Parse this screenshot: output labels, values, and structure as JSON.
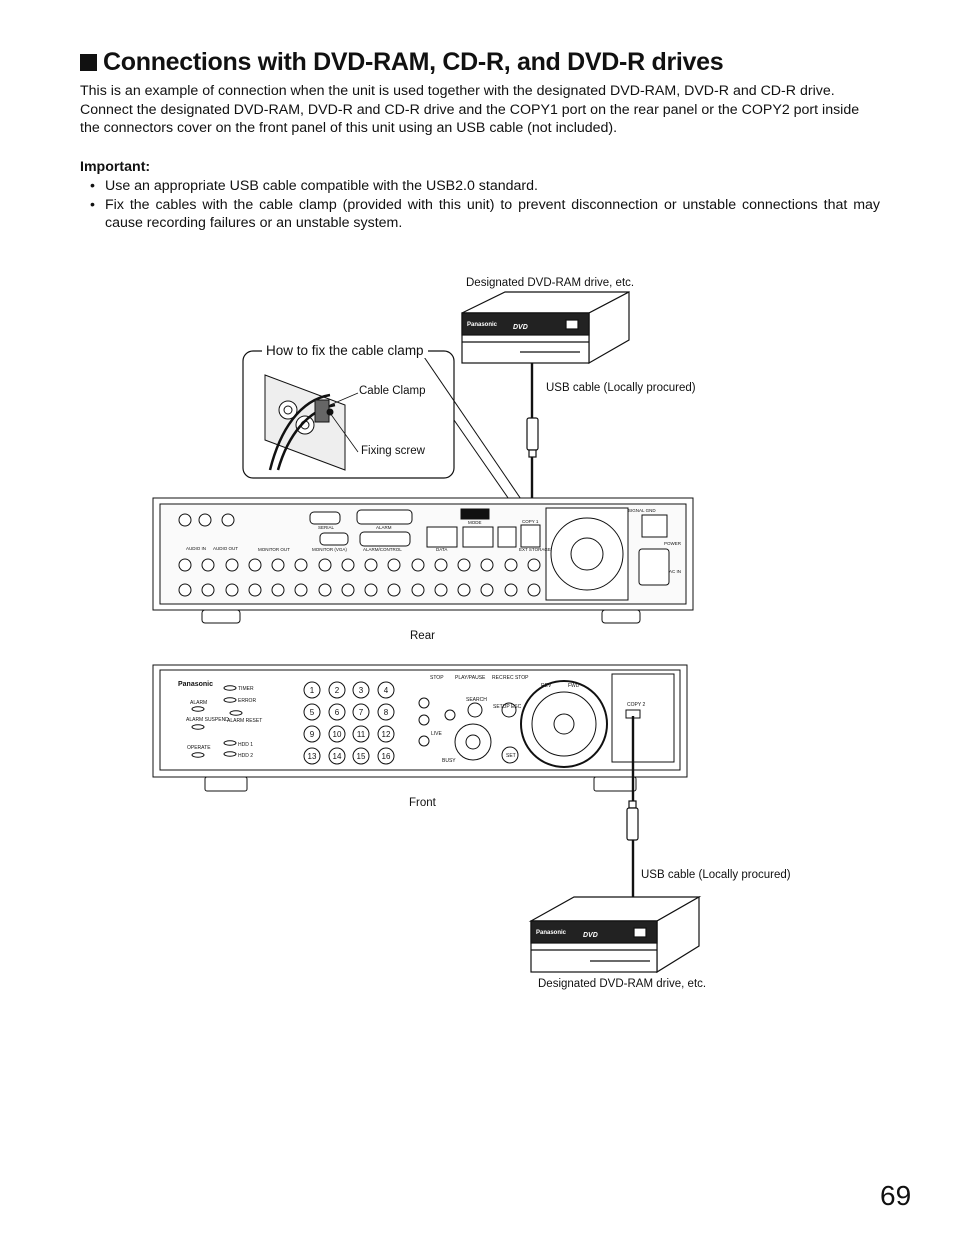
{
  "heading": "Connections with DVD-RAM, CD-R, and DVD-R drives",
  "intro": "This is an example of connection when the unit is used together with the designated DVD-RAM, DVD-R and CD-R drive. Connect the designated DVD-RAM, DVD-R and CD-R drive and the COPY1 port on the rear panel or the COPY2 port inside the connectors cover on the front panel of this unit using an USB cable (not included).",
  "important_label": "Important:",
  "bullets": [
    "Use an appropriate USB cable compatible with the USB2.0 standard.",
    "Fix the cables with the cable clamp (provided with this unit) to prevent disconnection or unstable connections that may cause recording failures or an unstable system."
  ],
  "diagram": {
    "top_drive_label": "Designated DVD-RAM drive, etc.",
    "top_cable_label": "USB cable (Locally procured)",
    "inset_title": "How to fix the cable clamp",
    "cable_clamp_label": "Cable Clamp",
    "fixing_screw_label": "Fixing screw",
    "rear_label": "Rear",
    "front_label": "Front",
    "bottom_cable_label": "USB cable (Locally procured)",
    "bottom_drive_label": "Designated DVD-RAM drive, etc.",
    "brand": "Panasonic",
    "drive_logo": "DVD",
    "rear_port_labels": {
      "copy1": "COPY 1",
      "serial": "SERIAL",
      "alarm": "ALARM",
      "power": "POWER",
      "mode": "MODE",
      "audio_in": "AUDIO IN",
      "audio_out": "AUDIO OUT",
      "monitor_out": "MONITOR OUT",
      "monitor_vga": "MONITOR (VGA)",
      "alarm_control": "ALARM/CONTROL",
      "data": "DATA",
      "ext_storage": "EXT STORAGE",
      "signal_gnd": "SIGNAL GND",
      "ac_in": "AC IN"
    },
    "front_panel": {
      "leds_left": [
        "ALARM",
        "ALARM SUSPEND",
        "OPERATE"
      ],
      "leds_right": [
        "TIMER",
        "ERROR",
        "ALARM RESET",
        "HDD 1",
        "HDD 2"
      ],
      "camera_buttons": [
        "1",
        "2",
        "3",
        "4",
        "5",
        "6",
        "7",
        "8",
        "9",
        "10",
        "11",
        "12",
        "13",
        "14",
        "15",
        "16"
      ],
      "transport": [
        "STOP",
        "PLAY/PAUSE",
        "REC",
        "REC STOP"
      ],
      "jog_labels": [
        "REV",
        "FWD"
      ],
      "other_labels": [
        "SEARCH",
        "SETUP ESC",
        "SET",
        "BUSY",
        "COPY 2",
        "LIVE"
      ]
    }
  },
  "page_number": "69"
}
